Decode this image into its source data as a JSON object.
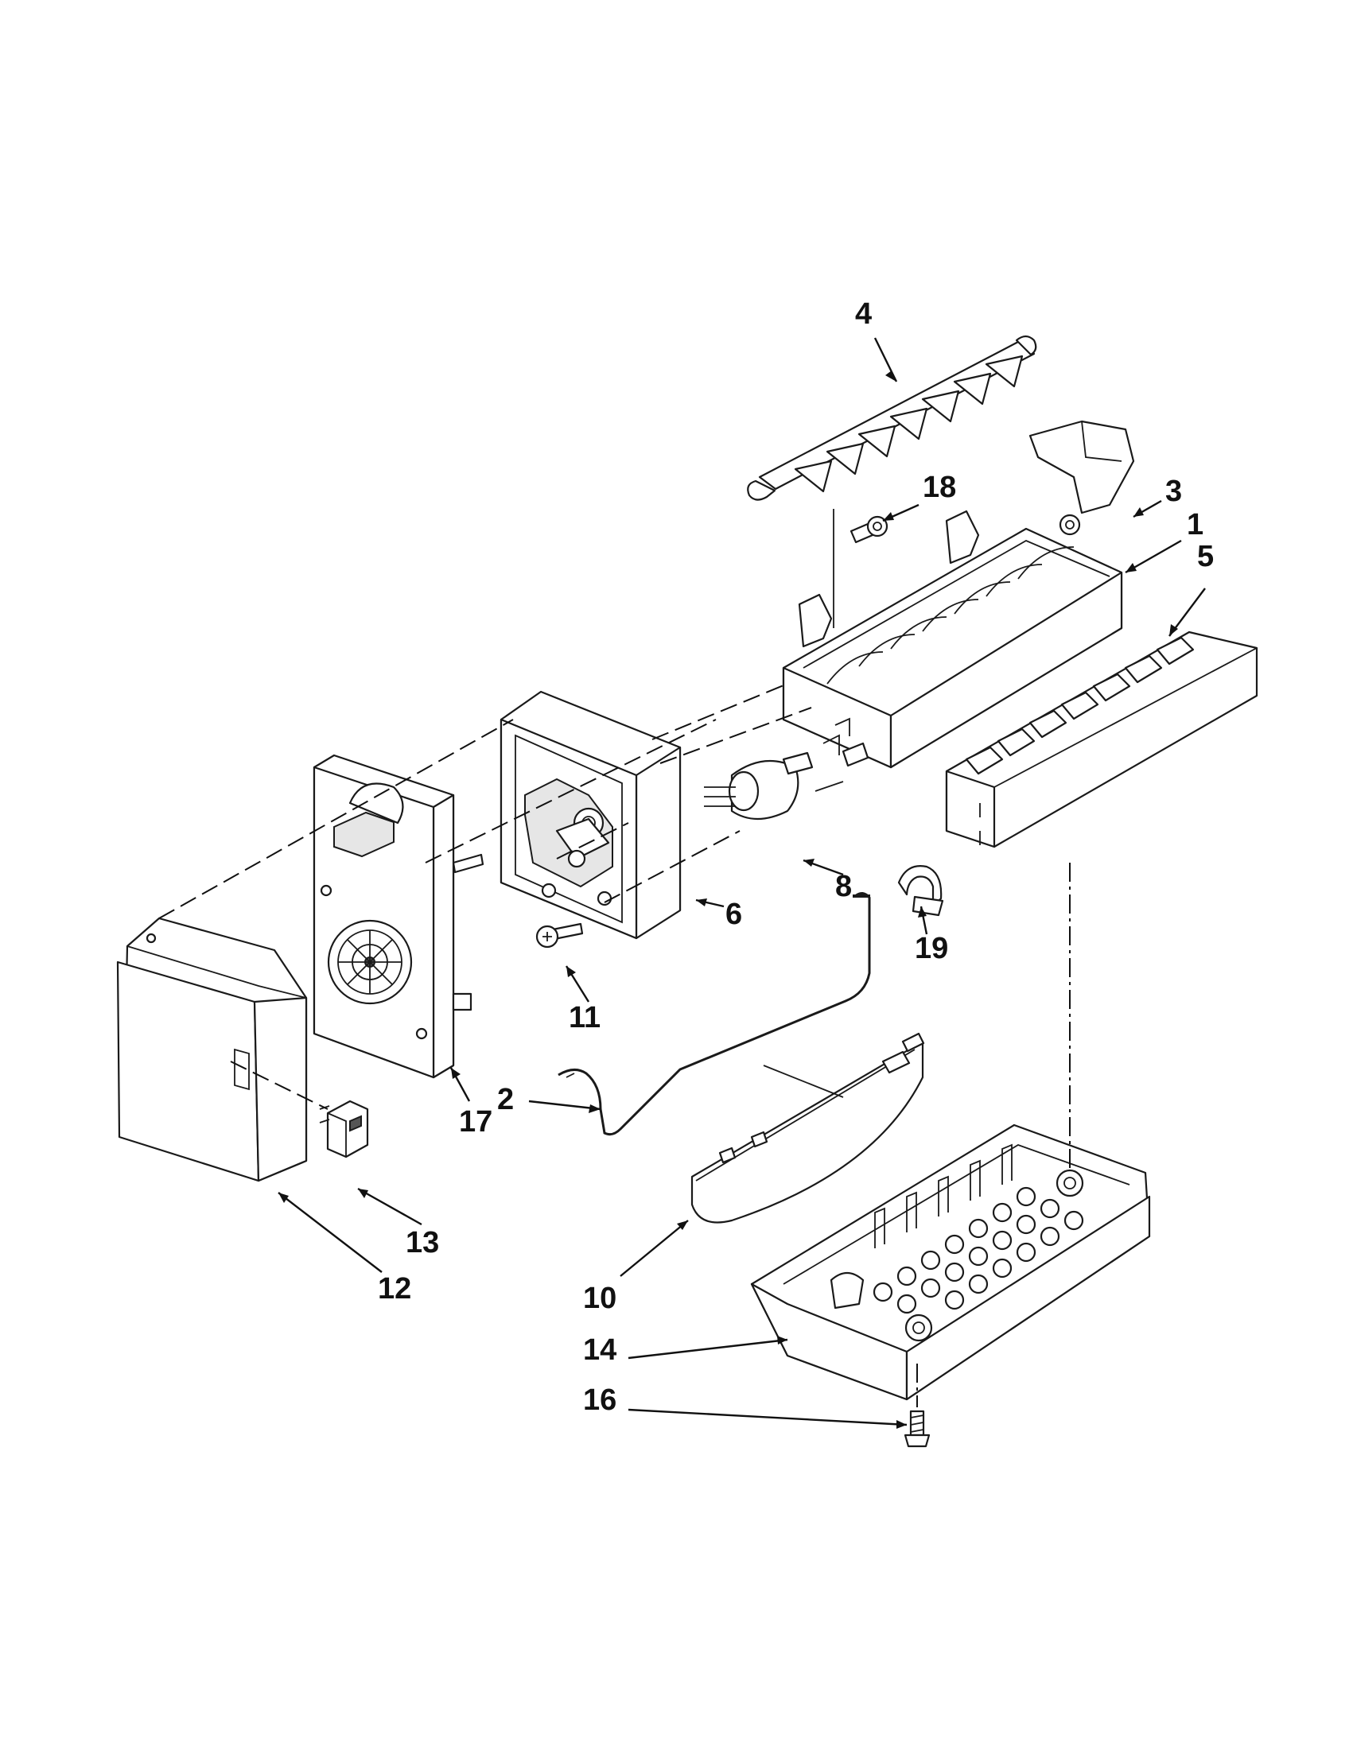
{
  "callouts": [
    {
      "id": "c1",
      "label": "1"
    },
    {
      "id": "c2",
      "label": "2"
    },
    {
      "id": "c3",
      "label": "3"
    },
    {
      "id": "c4",
      "label": "4"
    },
    {
      "id": "c5",
      "label": "5"
    },
    {
      "id": "c6",
      "label": "6"
    },
    {
      "id": "c8",
      "label": "8"
    },
    {
      "id": "c10",
      "label": "10"
    },
    {
      "id": "c11",
      "label": "11"
    },
    {
      "id": "c12",
      "label": "12"
    },
    {
      "id": "c13",
      "label": "13"
    },
    {
      "id": "c14",
      "label": "14"
    },
    {
      "id": "c16",
      "label": "16"
    },
    {
      "id": "c17",
      "label": "17"
    },
    {
      "id": "c18",
      "label": "18"
    },
    {
      "id": "c19",
      "label": "19"
    }
  ],
  "parts": [
    {
      "callout": "1",
      "icon": "mold-icon"
    },
    {
      "callout": "2",
      "icon": "shutoff-arm-icon"
    },
    {
      "callout": "3",
      "icon": "fill-cup-icon"
    },
    {
      "callout": "4",
      "icon": "ejector-icon"
    },
    {
      "callout": "5",
      "icon": "stripper-icon"
    },
    {
      "callout": "6",
      "icon": "control-housing-icon"
    },
    {
      "callout": "8",
      "icon": "thermostat-icon"
    },
    {
      "callout": "10",
      "icon": "bin-sensor-icon"
    },
    {
      "callout": "11",
      "icon": "screw-icon"
    },
    {
      "callout": "12",
      "icon": "cover-icon"
    },
    {
      "callout": "13",
      "icon": "switch-icon"
    },
    {
      "callout": "14",
      "icon": "base-icon"
    },
    {
      "callout": "16",
      "icon": "screw-icon"
    },
    {
      "callout": "17",
      "icon": "motor-module-icon"
    },
    {
      "callout": "18",
      "icon": "screw-icon"
    },
    {
      "callout": "19",
      "icon": "clip-icon"
    }
  ]
}
